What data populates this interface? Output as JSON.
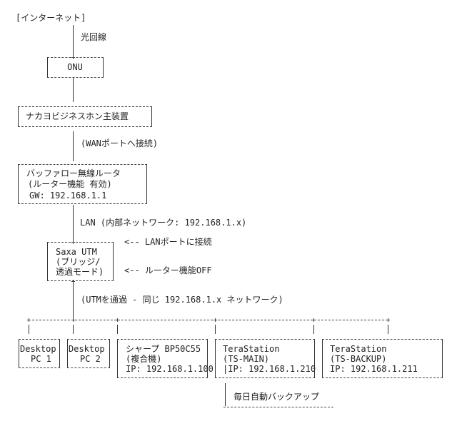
{
  "internet": "[インターネット]",
  "fiber_label": "光回線",
  "onu": "ONU",
  "pbx": "ナカヨビジネスホン主装置",
  "wan_label": "(WANポートへ接続)",
  "router": {
    "line1": "バッファロー無線ルータ",
    "line2": "(ルーター機能 有効)",
    "line3": "GW: 192.168.1.1"
  },
  "lan_label": "LAN (内部ネットワーク: 192.168.1.x)",
  "utm": {
    "line1": "Saxa UTM",
    "line2": "(ブリッジ/",
    "line3": "透過モード)"
  },
  "utm_note1": "<-- LANポートに接続",
  "utm_note2": "<-- ルーター機能OFF",
  "utm_pass_label": "(UTMを通過 - 同じ 192.168.1.x ネットワーク)",
  "devices": [
    {
      "line1": "Desktop",
      "line2": "PC 1",
      "line3": ""
    },
    {
      "line1": "Desktop",
      "line2": "PC 2",
      "line3": ""
    },
    {
      "line1": "シャープ BP50C55",
      "line2": "(複合機)",
      "line3": "IP: 192.168.1.100"
    },
    {
      "line1": "TeraStation",
      "line2": "(TS-MAIN)",
      "line3": "|IP: 192.168.1.210"
    },
    {
      "line1": "TeraStation",
      "line2": "(TS-BACKUP)",
      "line3": "IP: 192.168.1.211"
    }
  ],
  "backup_label": "毎日自動バックアップ"
}
